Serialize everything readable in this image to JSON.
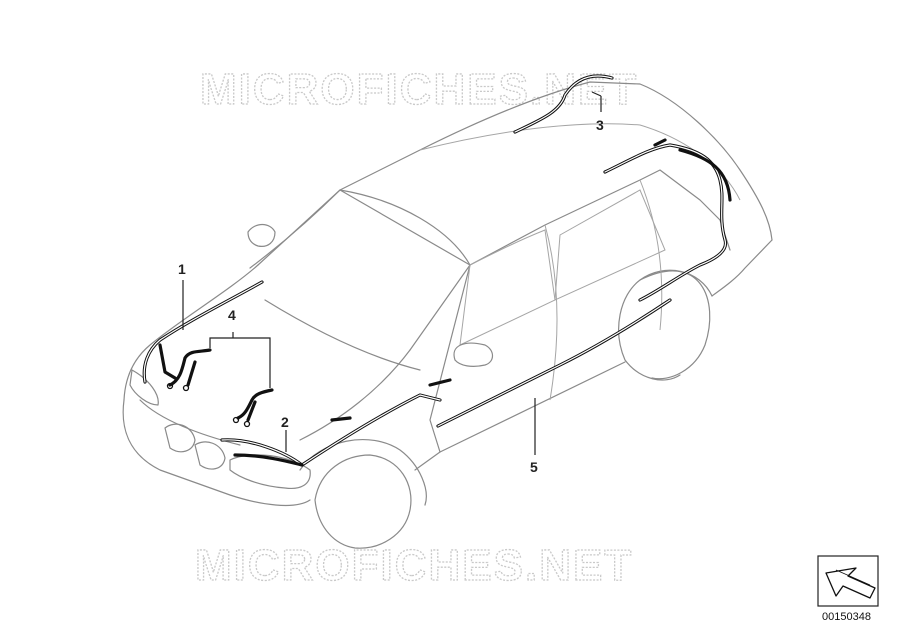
{
  "watermark": "MICROFICHES.NET",
  "callouts": [
    "1",
    "2",
    "3",
    "4",
    "5"
  ],
  "figure_number": "00150348",
  "icons": {
    "view_direction": "view-arrow-icon"
  }
}
